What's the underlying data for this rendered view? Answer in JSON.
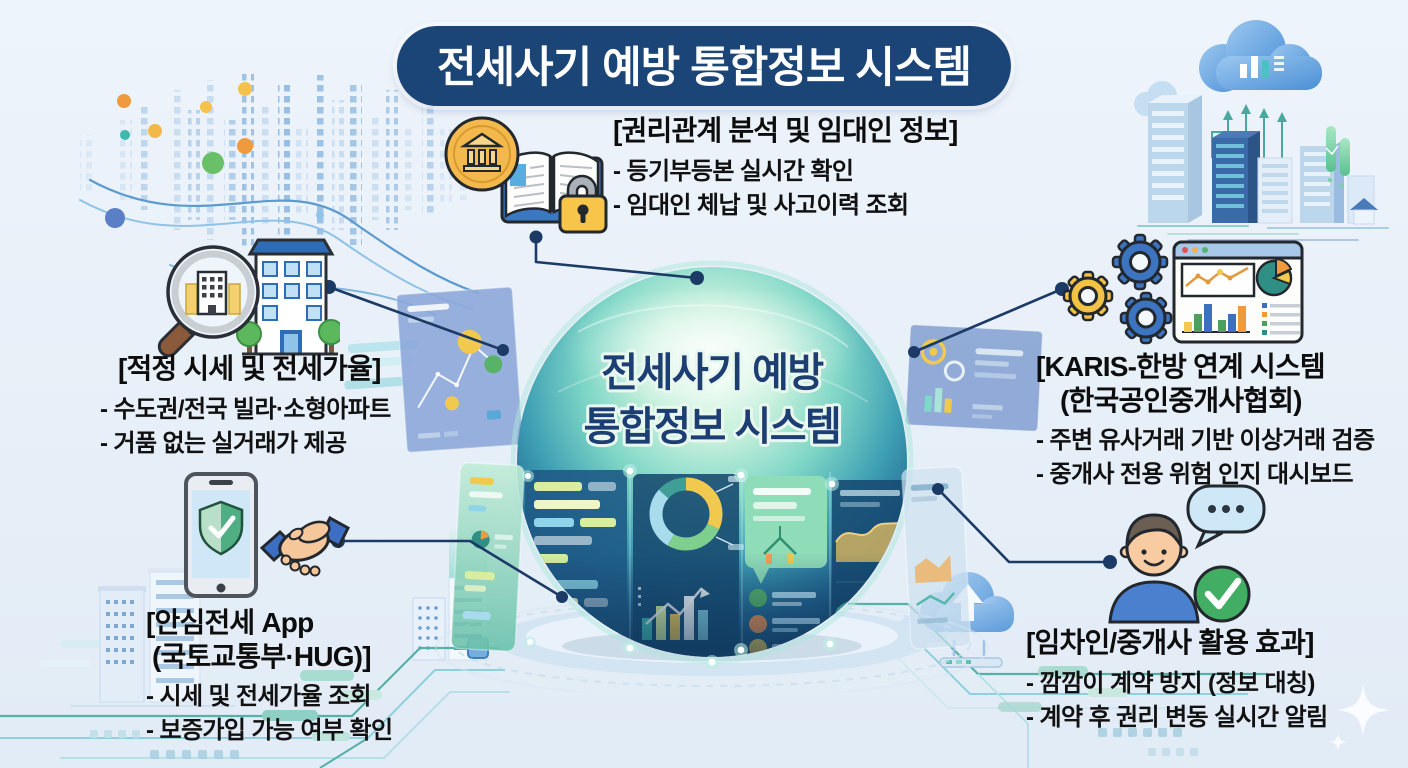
{
  "title": "전세사기 예방 통합정보 시스템",
  "globe": {
    "line1": "전세사기 예방",
    "line2": "통합정보 시스템"
  },
  "callouts": {
    "rights_info": {
      "heading": "[권리관계 분석 및 임대인 정보]",
      "bullets": [
        "- 등기부등본 실시간 확인",
        "- 임대인 체납 및 사고이력 조회"
      ]
    },
    "market_price": {
      "heading": "[적정 시세 및 전세가율]",
      "bullets": [
        "- 수도권/전국 빌라·소형아파트",
        "- 거품 없는 실거래가 제공"
      ]
    },
    "safe_jeonse_app": {
      "heading_line1": "[안심전세 App",
      "heading_line2": "(국토교통부·HUG)]",
      "bullets": [
        "- 시세 및 전세가율 조회",
        "- 보증가입 가능 여부 확인"
      ]
    },
    "karis": {
      "heading_line1": "[KARIS-한방 연계 시스템",
      "heading_line2": "(한국공인중개사협회)",
      "bullets": [
        "- 주변 유사거래 기반 이상거래 검증",
        "- 중개사 전용 위험 인지 대시보드"
      ]
    },
    "effects": {
      "heading": "[임차인/중개사 활용 효과]",
      "bullets": [
        "- 깜깜이 계약 방지 (정보 대칭)",
        "- 계약 후 권리 변동 실시간 알림"
      ]
    }
  },
  "icons": {
    "rights_info": "bank-book-lock-icon",
    "market_price": "magnifier-building-icon",
    "safe_jeonse_app": "phone-shield-handshake-icon",
    "karis": "gears-dashboard-icon",
    "effects": "person-chat-check-icon",
    "decorations": [
      "dot-matrix",
      "isometric-city-cloud",
      "circuit-traces",
      "cloud-upload",
      "sparkle"
    ]
  },
  "colors": {
    "background": "#e9f0f8",
    "title_pill": "#1b4577",
    "connector": "#1b3a66",
    "heading_text": "#0d0d0d",
    "globe_text": "#1c3e72",
    "globe_top": "#bfeede",
    "globe_bottom": "#153f63"
  }
}
